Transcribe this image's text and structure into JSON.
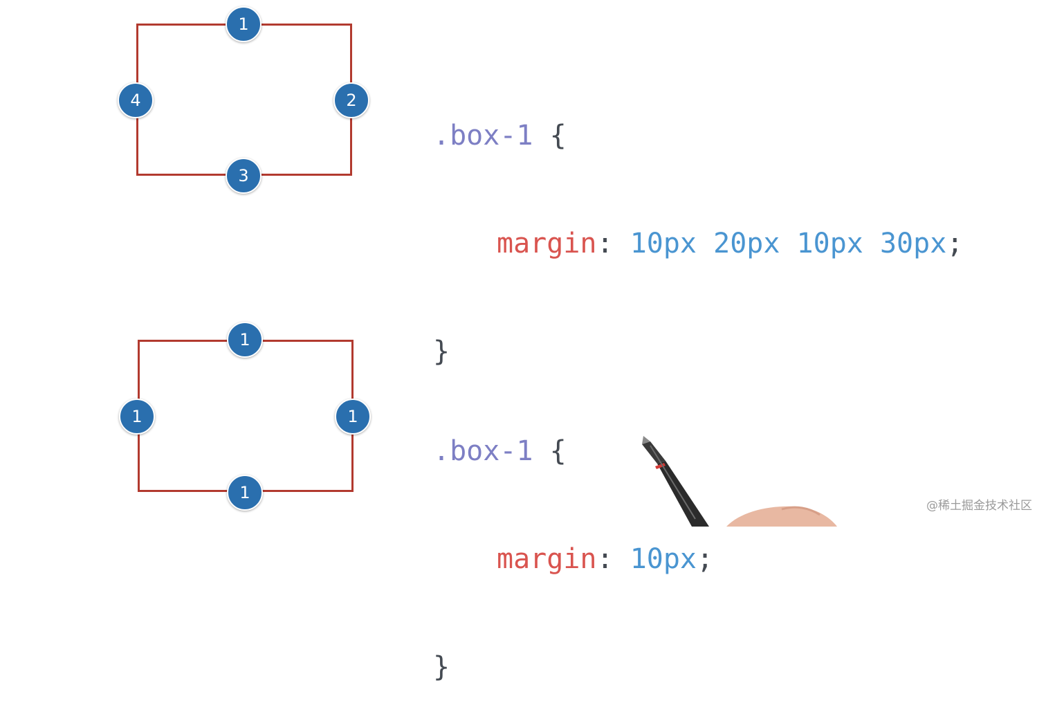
{
  "diagrams": [
    {
      "markers": {
        "top": "1",
        "right": "2",
        "bottom": "3",
        "left": "4"
      },
      "code": {
        "selector": ".box-1",
        "open_brace": "{",
        "property": "margin",
        "colon": ":",
        "values": [
          "10px",
          "20px",
          "10px",
          "30px"
        ],
        "semicolon": ";",
        "close_brace": "}"
      }
    },
    {
      "markers": {
        "top": "1",
        "right": "1",
        "bottom": "1",
        "left": "1"
      },
      "code": {
        "selector": ".box-1",
        "open_brace": "{",
        "property": "margin",
        "colon": ":",
        "values": [
          "10px"
        ],
        "semicolon": ";",
        "close_brace": "}"
      }
    }
  ],
  "watermark": "@稀土掘金技术社区",
  "colors": {
    "box_border": "#b23a2f",
    "marker_fill": "#2a6fae",
    "selector": "#7d7fc4",
    "property": "#d9544f",
    "value": "#4a95d1"
  }
}
